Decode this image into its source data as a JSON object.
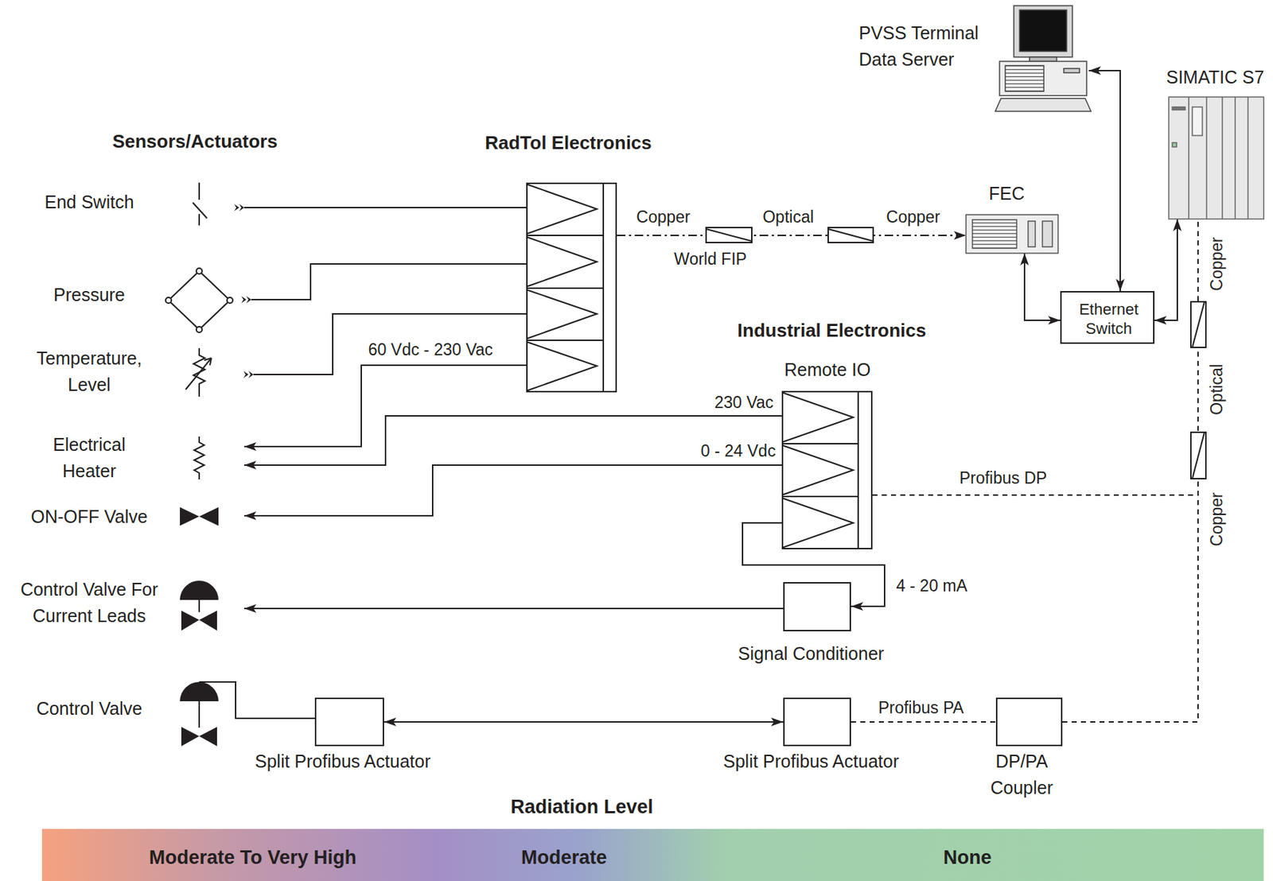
{
  "diagram": {
    "nodes": [
      {
        "text": [
          "PVSS Terminal Data Server"
        ]
      },
      {
        "text": [
          "SIMATIC S7"
        ]
      },
      {
        "text": [
          "End Switch"
        ]
      },
      {
        "text": [
          "Pressure"
        ]
      },
      {
        "text": [
          "Temperature, Level"
        ]
      },
      {
        "text": [
          "RadTol Electronics"
        ]
      },
      {
        "text": [
          "FEC"
        ]
      },
      {
        "text": [
          "Ethernet Switch"
        ]
      },
      {
        "text": [
          "Remote IO"
        ]
      },
      {
        "text": [
          "Electrical Heater"
        ]
      },
      {
        "text": [
          "ON-OFF Valve"
        ]
      },
      {
        "text": [
          "Control Valve For Current Leads"
        ]
      },
      {
        "text": [
          "Signal Conditioner"
        ]
      },
      {
        "text": [
          "Control Valve"
        ]
      },
      {
        "text": [
          "Split Profibus Actuator"
        ]
      },
      {
        "text": [
          "Split Profibus Actuator"
        ]
      },
      {
        "text": [
          "DP/PA Coupler"
        ]
      },
      {
        "text": [
          "Radiation Level",
          "Moderate To Very High",
          "Moderate",
          "None"
        ]
      }
    ],
    "edges": [
      {
        "from": 2,
        "to": 5,
        "arrow": "none"
      },
      {
        "from": 3,
        "to": 5,
        "arrow": "none"
      },
      {
        "from": 4,
        "to": 5,
        "arrow": "none"
      },
      {
        "from": 5,
        "to": 6,
        "arrow": "to",
        "label": "World FIP"
      },
      {
        "from": 5,
        "to": 9,
        "arrow": "to",
        "label": "60 Vdc - 230 Vac"
      },
      {
        "from": 8,
        "to": 9,
        "arrow": "to",
        "label": "230 Vac"
      },
      {
        "from": 8,
        "to": 10,
        "arrow": "to",
        "label": "0 - 24 Vdc"
      },
      {
        "from": 8,
        "to": 12,
        "arrow": "to",
        "label": "4 - 20 mA"
      },
      {
        "from": 12,
        "to": 11,
        "arrow": "to"
      },
      {
        "from": 13,
        "to": 14,
        "arrow": "none"
      },
      {
        "from": 14,
        "to": 15,
        "arrow": "both"
      },
      {
        "from": 15,
        "to": 16,
        "arrow": "none",
        "label": "Profibus PA"
      },
      {
        "from": 16,
        "to": 1,
        "arrow": "none"
      },
      {
        "from": 8,
        "to": 1,
        "arrow": "none",
        "label": "Profibus DP"
      },
      {
        "from": 0,
        "to": 7,
        "arrow": "both"
      },
      {
        "from": 6,
        "to": 7,
        "arrow": "both"
      },
      {
        "from": 7,
        "to": 1,
        "arrow": "both"
      }
    ],
    "labels": [
      "Sensors/Actuators",
      "Copper",
      "Optical",
      "Copper",
      "Industrial Electronics",
      "Copper",
      "Optical",
      "Copper"
    ]
  }
}
